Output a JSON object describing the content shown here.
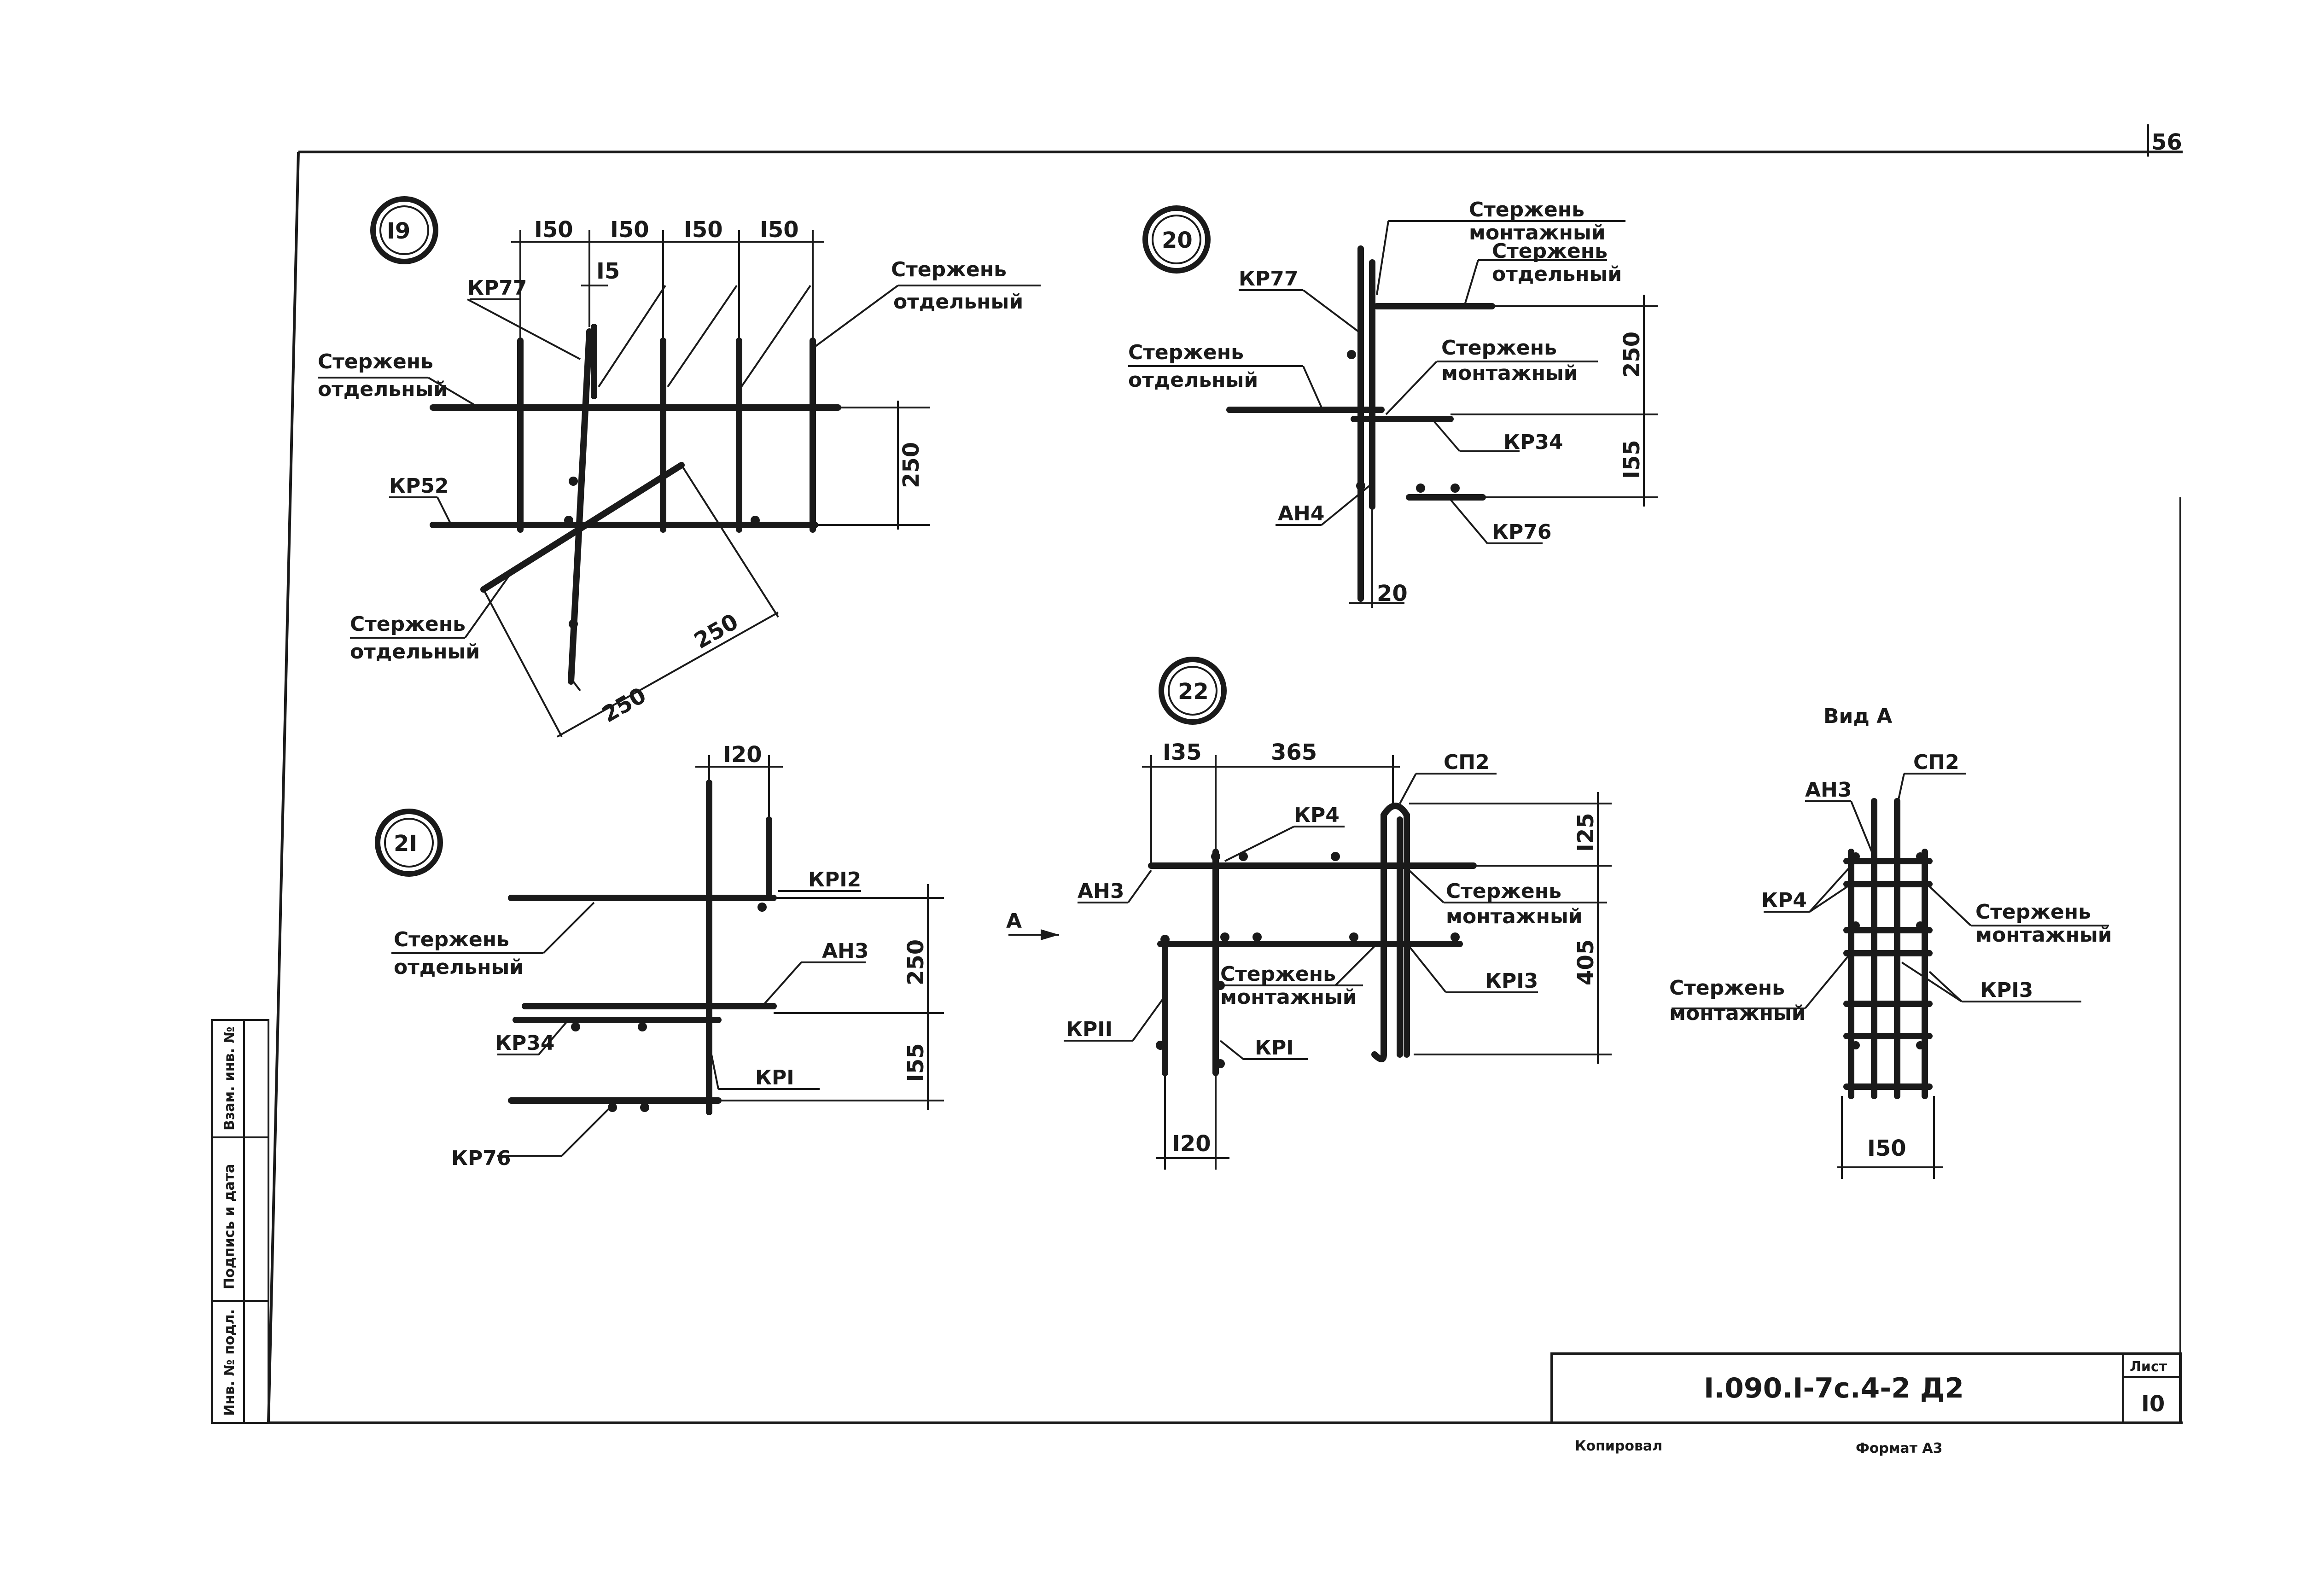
{
  "page_number": "56",
  "details": [
    {
      "id": "I9"
    },
    {
      "id": "20"
    },
    {
      "id": "2I"
    },
    {
      "id": "22"
    }
  ],
  "d19": {
    "dims": [
      "I50",
      "I50",
      "I50",
      "I50",
      "I5",
      "250",
      "250",
      "250"
    ],
    "labels": [
      "КР77",
      "Стержень",
      "отдельный",
      "Стержень",
      "отдельный",
      "КР52",
      "Стержень",
      "отдельный"
    ]
  },
  "d20": {
    "labels": [
      "КР77",
      "Стержень",
      "монтажный",
      "Стержень",
      "отдельный",
      "Стержень",
      "отдельный",
      "Стержень",
      "монтажный",
      "КР34",
      "АН4",
      "КР76"
    ],
    "dims": [
      "250",
      "I55",
      "20"
    ]
  },
  "d21": {
    "labels": [
      "КРI2",
      "Стержень",
      "отдельный",
      "АН3",
      "КР34",
      "КРI",
      "КР76"
    ],
    "dims": [
      "I20",
      "250",
      "I55"
    ]
  },
  "d22": {
    "labels": [
      "СП2",
      "КР4",
      "АН3",
      "Стержень",
      "монтажный",
      "КРI3",
      "Стержень",
      "монтажный",
      "КРII",
      "КРI"
    ],
    "dims": [
      "I35",
      "365",
      "I25",
      "405",
      "I20"
    ],
    "arrow_label": "А"
  },
  "viewA": {
    "title": "Вид А",
    "labels": [
      "АН3",
      "СП2",
      "КР4",
      "Стержень",
      "монтажный",
      "КРI3",
      "Стержень",
      "монтажный"
    ],
    "dims": [
      "I50"
    ]
  },
  "side_stamp": [
    "Взам. инв. №",
    "Подпись и дата",
    "Инв. № подл."
  ],
  "title_block": {
    "code": "I.090.I-7с.4-2 Д2",
    "sheet_label": "Лист",
    "sheet_number": "I0"
  },
  "footer": {
    "left": "Копировал",
    "right": "Формат А3"
  }
}
